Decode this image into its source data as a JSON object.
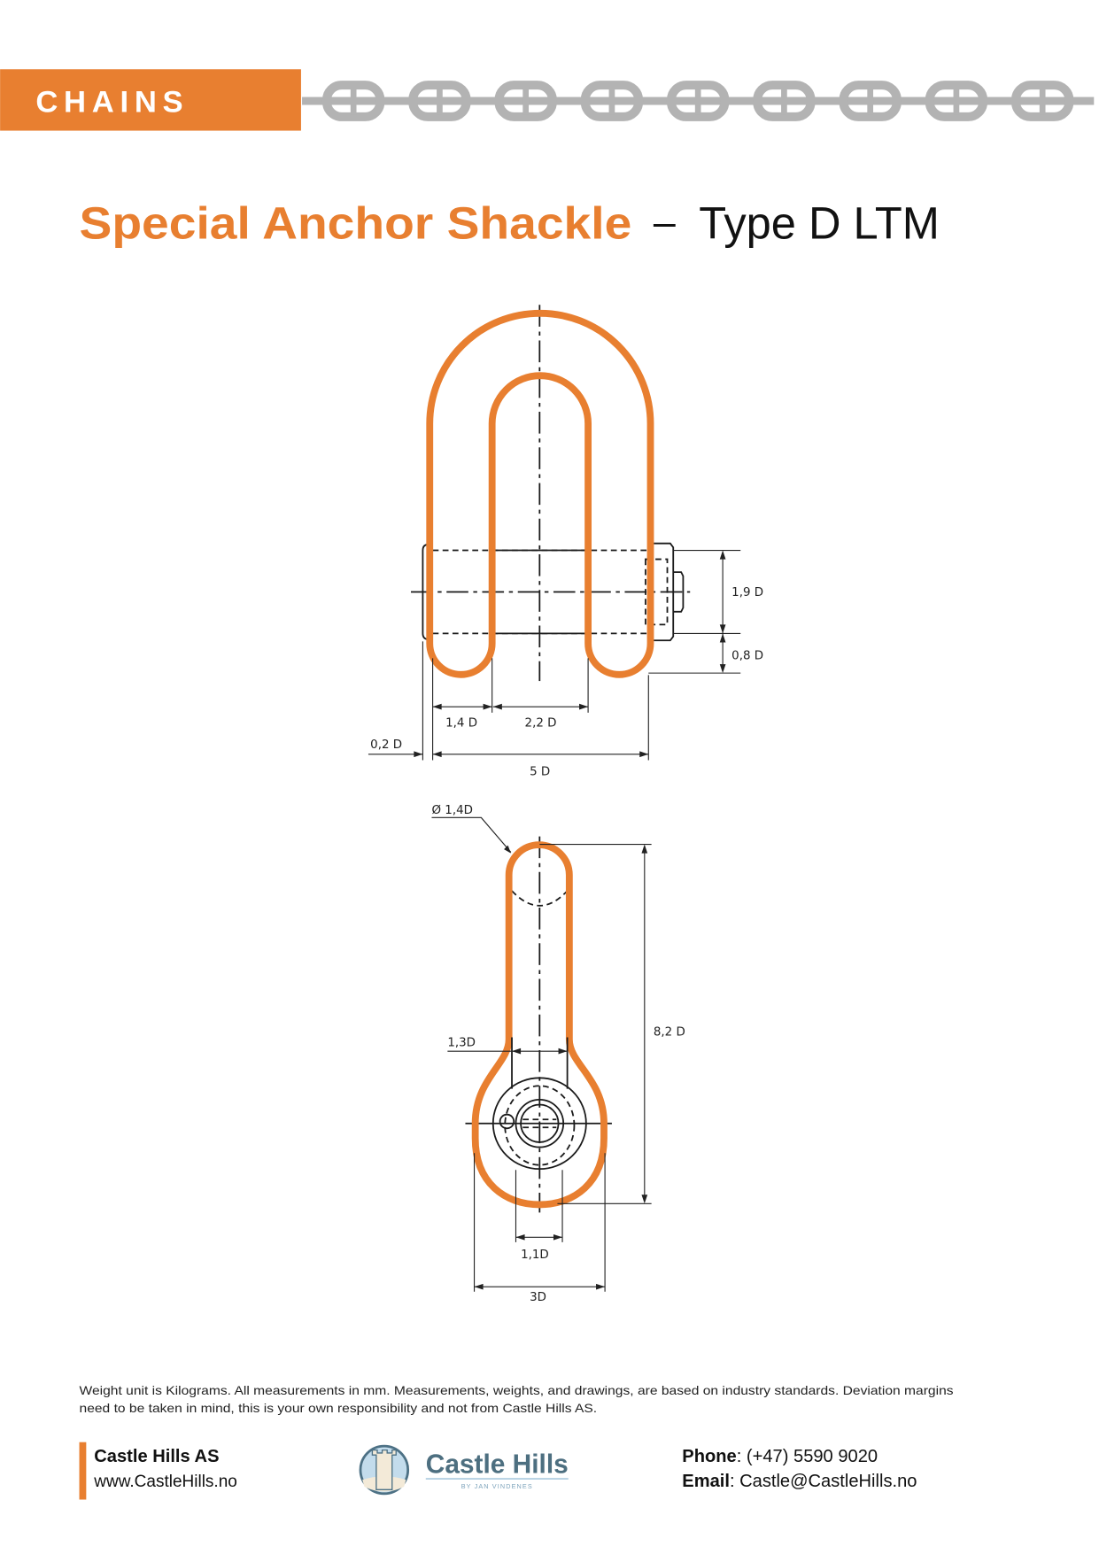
{
  "header": {
    "section_label": "CHAINS",
    "accent_color": "#e87f30",
    "chain_color": "#b3b3b3"
  },
  "title": {
    "product": "Special Anchor Shackle",
    "separator": "–",
    "type": "Type D LTM"
  },
  "front_view": {
    "dims": {
      "pin_height": "1,9 D",
      "bottom_clearance": "0,8 D",
      "leg_width": "1,4 D",
      "inner_width": "2,2 D",
      "pin_head": "0,2 D",
      "overall_width": "5 D"
    }
  },
  "side_view": {
    "dims": {
      "crown_diameter": "Ø 1,4D",
      "overall_length": "8,2 D",
      "neck_width": "1,3D",
      "pin_diameter": "1,1D",
      "eye_width": "3D"
    }
  },
  "footer": {
    "disclaimer_line1": "Weight unit is Kilograms. All measurements in mm. Measurements, weights, and drawings, are based on industry standards. Deviation margins",
    "disclaimer_line2": "need to be taken in mind, this is your own responsibility and not from Castle Hills AS.",
    "company_name": "Castle Hills AS",
    "website": "www.CastleHills.no",
    "logo_text": "Castle Hills",
    "logo_tagline": "BY JAN VINDENES",
    "phone_label": "Phone",
    "phone_value": ": (+47) 5590 9020",
    "email_label": "Email",
    "email_value": ": Castle@CastleHills.no"
  }
}
